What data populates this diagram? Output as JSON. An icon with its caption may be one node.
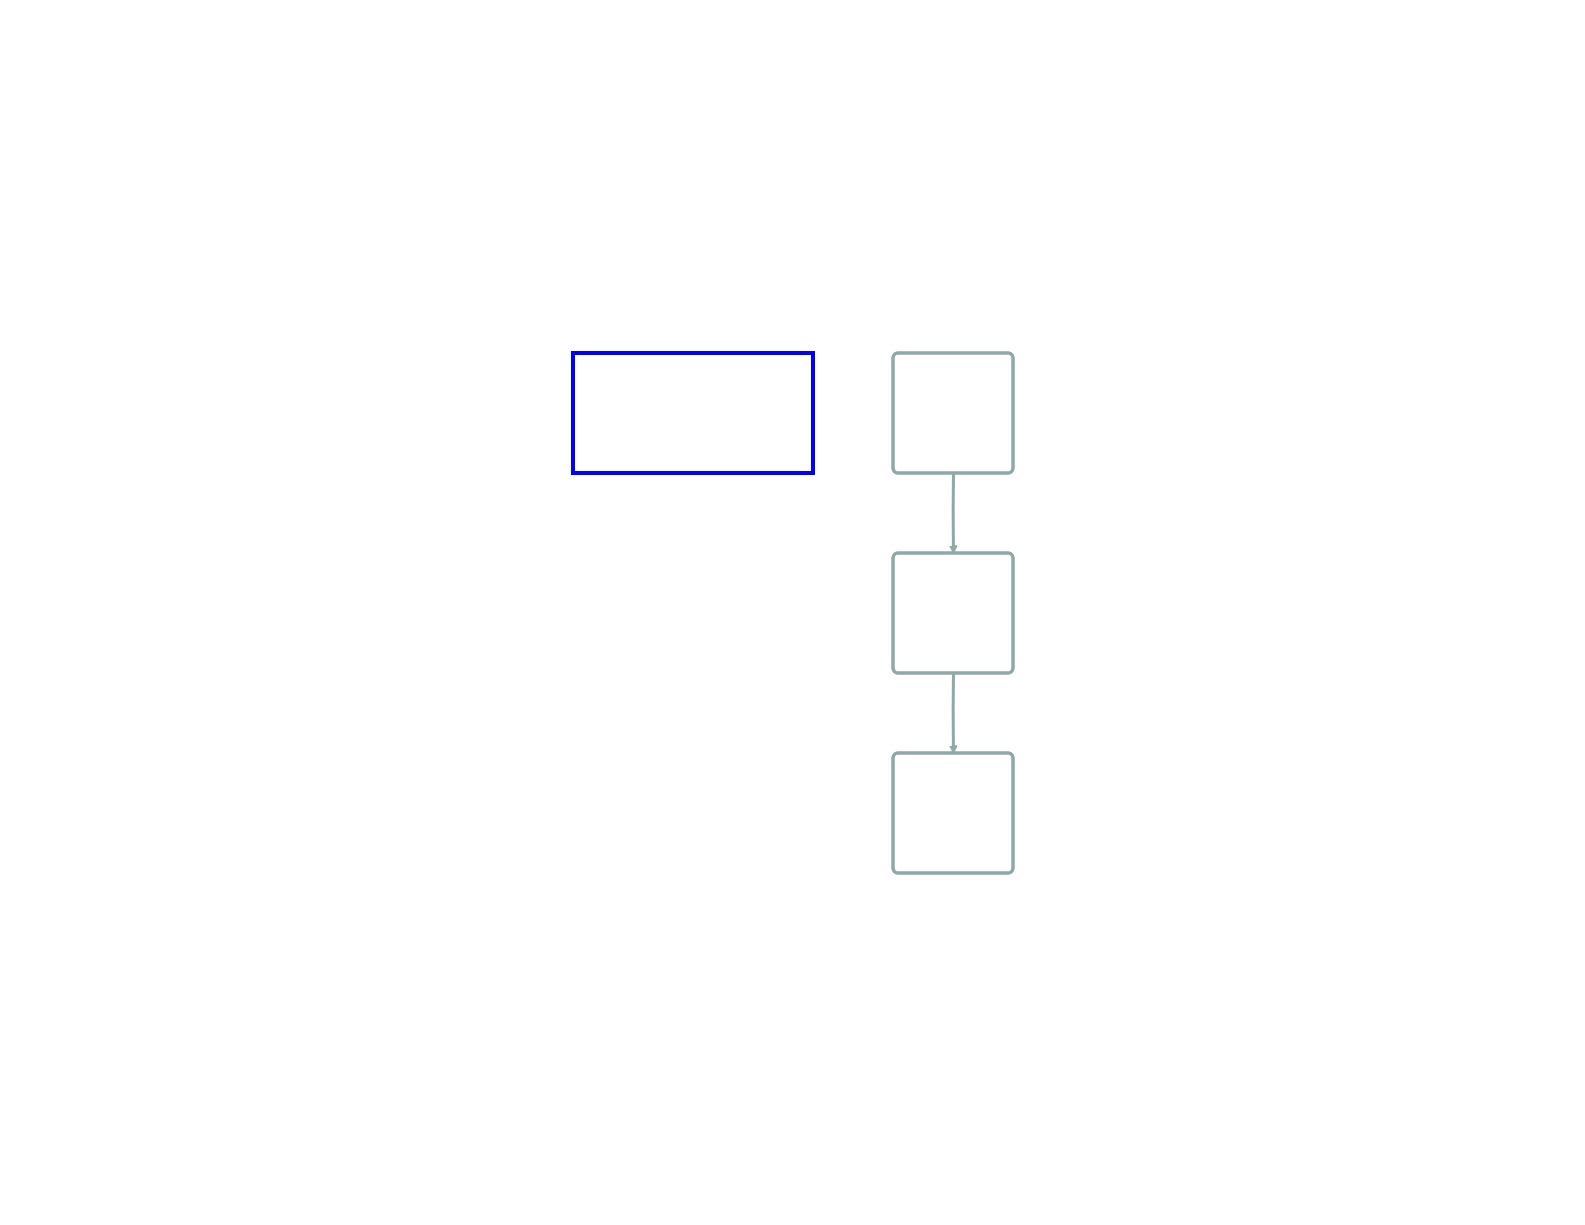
{
  "diagram": {
    "nodes": [
      {
        "text": [],
        "shape": "box"
      },
      {
        "text": [],
        "shape": "box"
      },
      {
        "text": [],
        "shape": "box"
      },
      {
        "text": [],
        "shape": "box"
      }
    ],
    "edges": [
      {
        "from": 1,
        "to": 2,
        "arrow": "to"
      },
      {
        "from": 2,
        "to": 3,
        "arrow": "to"
      }
    ]
  }
}
